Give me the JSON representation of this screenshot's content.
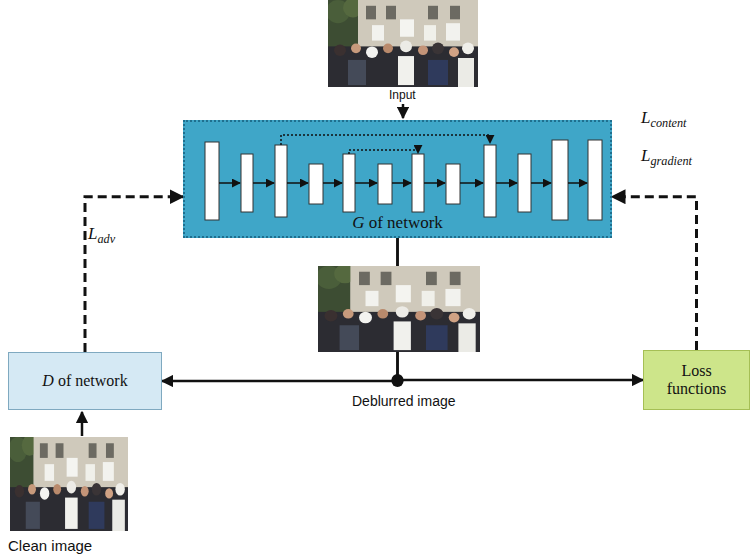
{
  "diagram": {
    "nodes": [
      {
        "text": [
          "G of network"
        ]
      },
      {
        "text": [
          "D of network"
        ]
      },
      {
        "text": [
          "Loss functions"
        ]
      }
    ],
    "edges": [
      {
        "from": 1,
        "to": 0,
        "arrow": "to",
        "label": "Ladv"
      },
      {
        "from": 2,
        "to": 0,
        "arrow": "to",
        "label": "Lcontent"
      },
      {
        "from": 0,
        "to": 1,
        "arrow": "to"
      },
      {
        "from": 0,
        "to": 2,
        "arrow": "to"
      }
    ],
    "labels": [
      "Lgradient",
      "Input",
      "Deblurred image",
      "Clean image"
    ]
  }
}
